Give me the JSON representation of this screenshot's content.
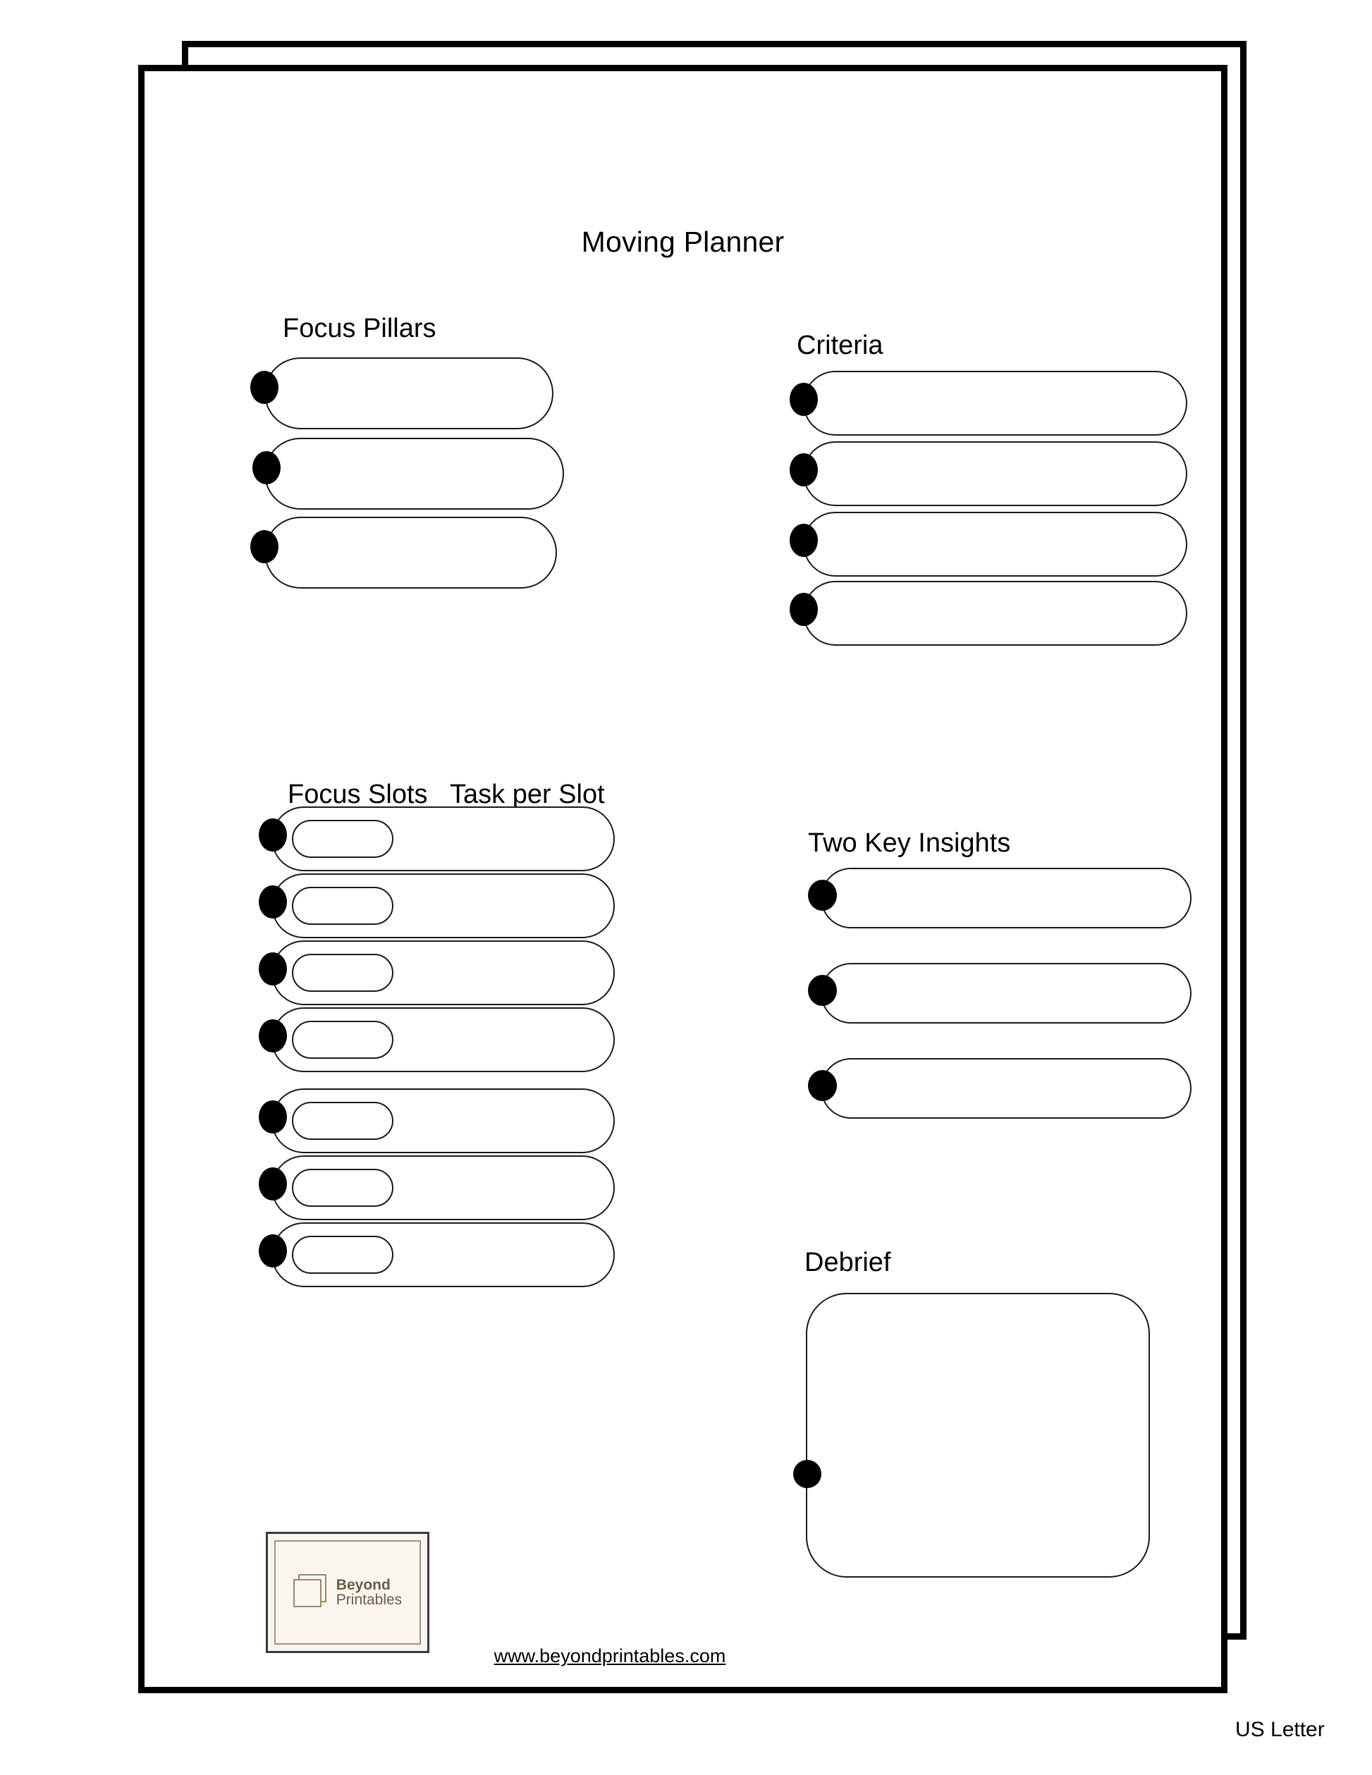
{
  "document": {
    "title": "Moving Planner",
    "paper_size_label": "US Letter",
    "site_url": "www.beyondprintables.com"
  },
  "brand": {
    "line1": "Beyond",
    "line2": "Printables",
    "mark_icon": "stacked-pages-icon",
    "border_color": "#a78f78",
    "text_color": "#6f5a46",
    "background_color": "#faf5ef"
  },
  "sections": {
    "focus_pillars": {
      "heading": "Focus Pillars",
      "rows": [
        {
          "bullet": true,
          "value": "",
          "placeholder": ""
        },
        {
          "bullet": true,
          "value": "",
          "placeholder": ""
        },
        {
          "bullet": true,
          "value": "",
          "placeholder": ""
        }
      ]
    },
    "criteria": {
      "heading": "Criteria",
      "rows": [
        {
          "bullet": true,
          "value": "",
          "placeholder": ""
        },
        {
          "bullet": true,
          "value": "",
          "placeholder": ""
        },
        {
          "bullet": true,
          "value": "",
          "placeholder": ""
        },
        {
          "bullet": true,
          "value": "",
          "placeholder": ""
        }
      ]
    },
    "focus_slots": {
      "heading_left": "Focus Slots",
      "heading_right": "Task per Slot",
      "rows": [
        {
          "bullet": true,
          "slot_value": "",
          "task_value": ""
        },
        {
          "bullet": true,
          "slot_value": "",
          "task_value": ""
        },
        {
          "bullet": true,
          "slot_value": "",
          "task_value": ""
        },
        {
          "bullet": true,
          "slot_value": "",
          "task_value": ""
        },
        {
          "bullet": true,
          "slot_value": "",
          "task_value": ""
        },
        {
          "bullet": true,
          "slot_value": "",
          "task_value": ""
        },
        {
          "bullet": true,
          "slot_value": "",
          "task_value": ""
        }
      ]
    },
    "two_key_insights": {
      "heading": "Two Key Insights",
      "rows": [
        {
          "bullet": true,
          "value": ""
        },
        {
          "bullet": true,
          "value": ""
        },
        {
          "bullet": true,
          "value": ""
        }
      ]
    },
    "debrief": {
      "heading": "Debrief",
      "bullet": true,
      "value": ""
    }
  },
  "style": {
    "ink_color": "#000000",
    "outline_color": "#1a1a1a",
    "page_background": "#ffffff"
  }
}
